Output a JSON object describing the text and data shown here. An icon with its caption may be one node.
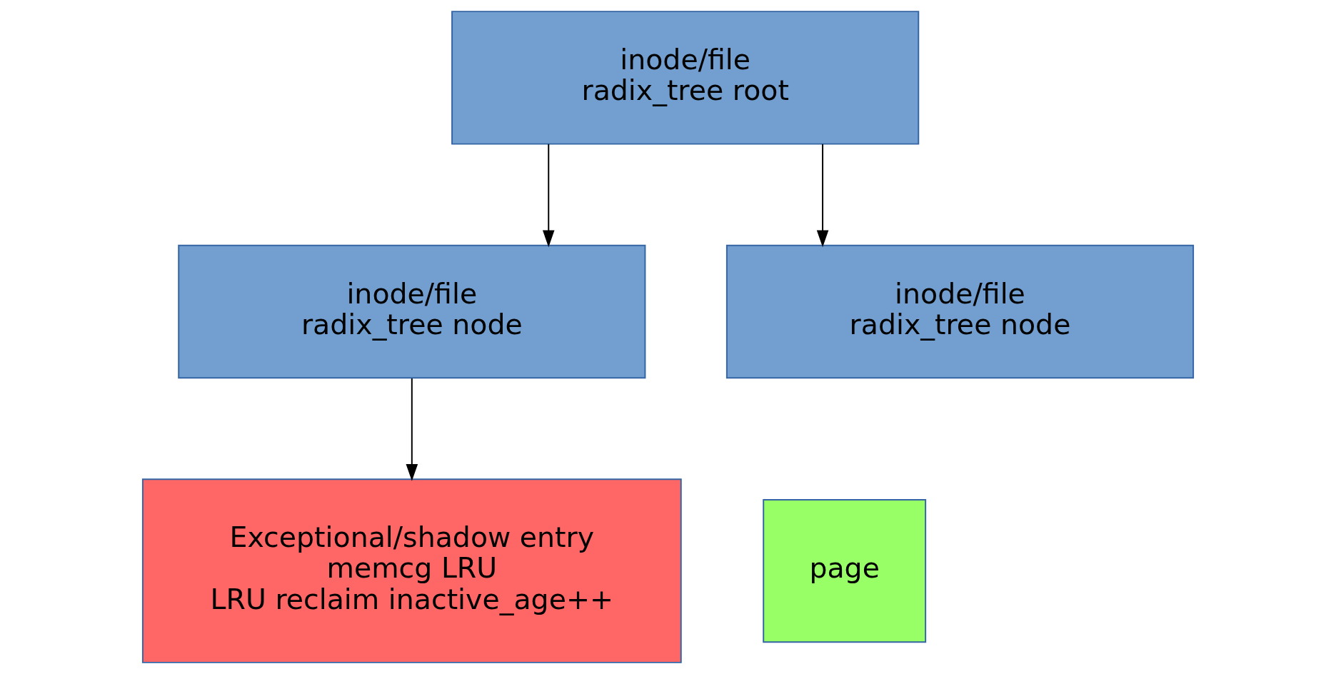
{
  "diagram": {
    "nodes": [
      {
        "text": [
          "inode/file",
          "radix_tree root"
        ]
      },
      {
        "text": [
          "inode/file",
          "radix_tree node"
        ]
      },
      {
        "text": [
          "inode/file",
          "radix_tree node"
        ]
      },
      {
        "text": [
          "page"
        ]
      },
      {
        "text": [
          "Exceptional/shadow entry",
          "memcg LRU",
          "LRU reclaim inactive_age++"
        ]
      }
    ],
    "edges": [
      {
        "from": 0,
        "to": 1,
        "arrow": "to"
      },
      {
        "from": 0,
        "to": 2,
        "arrow": "to"
      },
      {
        "from": 1,
        "to": 4,
        "arrow": "to"
      }
    ]
  }
}
